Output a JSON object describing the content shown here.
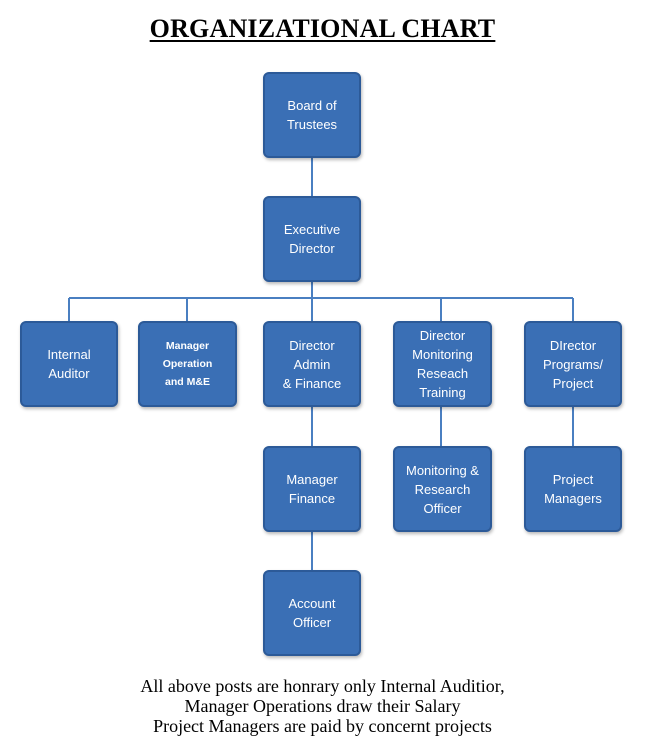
{
  "title": "ORGANIZATIONAL CHART",
  "nodes": {
    "board": "Board of\nTrustees",
    "executive": "Executive\nDirector",
    "internal_auditor": "Internal Auditor",
    "manager_operation": "Manager Operation\nand M&E",
    "director_admin": "Director Admin\n& Finance",
    "director_monitoring": "Director\nMonitoring\nReseach Training",
    "director_programs": "DIrector\nPrograms/\nProject",
    "manager_finance": "Manager\nFinance",
    "account_officer": "Account Officer",
    "monitoring_officer": "Monitoring &\nResearch Officer",
    "project_managers": "Project\nManagers"
  },
  "footer": [
    "All above posts are honrary only Internal Auditior,",
    "Manager Operations draw their Salary",
    "Project Managers are paid by concernt projects"
  ],
  "colors": {
    "box_fill": "#3a6fb5",
    "box_border": "#2c5a98",
    "connector": "#4a7fc1"
  }
}
